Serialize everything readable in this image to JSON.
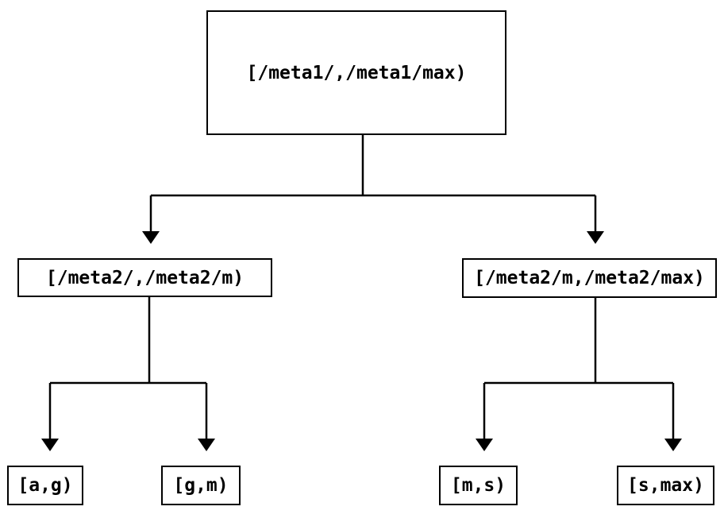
{
  "diagram": {
    "title": "interval-partition-tree",
    "colors": {
      "line": "#000000",
      "box_border": "#000000",
      "box_fill": "#ffffff",
      "background": "#ffffff",
      "text": "#000000"
    },
    "tree": {
      "root": {
        "label": "[/meta1/,/meta1/max)",
        "children": [
          {
            "label": "[/meta2/,/meta2/m)",
            "children": [
              {
                "label": "[a,g)"
              },
              {
                "label": "[g,m)"
              }
            ]
          },
          {
            "label": "[/meta2/m,/meta2/max)",
            "children": [
              {
                "label": "[m,s)"
              },
              {
                "label": "[s,max)"
              }
            ]
          }
        ]
      }
    }
  }
}
